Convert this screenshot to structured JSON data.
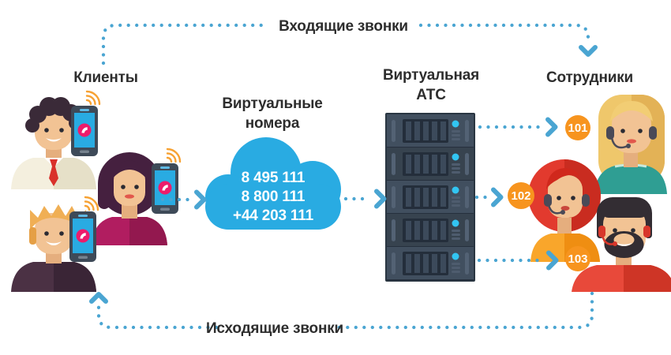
{
  "colors": {
    "arrow_blue": "#4AA5D2",
    "cloud_blue": "#29ABE2",
    "badge_orange": "#F7941E",
    "led_cyan": "#32C5F2",
    "text_dark": "#2D2D2D"
  },
  "icons": {
    "call": "phone-handset-icon",
    "signal": "wifi-waves-icon",
    "led": "status-dot"
  },
  "flows": {
    "incoming_label": "Входящие звонки",
    "outgoing_label": "Исходящие звонки"
  },
  "clients": {
    "label": "Клиенты"
  },
  "virtual_numbers": {
    "title_line1": "Виртуальные",
    "title_line2": "номера",
    "numbers": [
      "8 495 111",
      "8 800 111",
      "+44 203 111"
    ]
  },
  "pbx": {
    "title_line1": "Виртуальная",
    "title_line2": "АТС"
  },
  "employees": {
    "label": "Сотрудники",
    "extensions": [
      "101",
      "102",
      "103"
    ]
  }
}
